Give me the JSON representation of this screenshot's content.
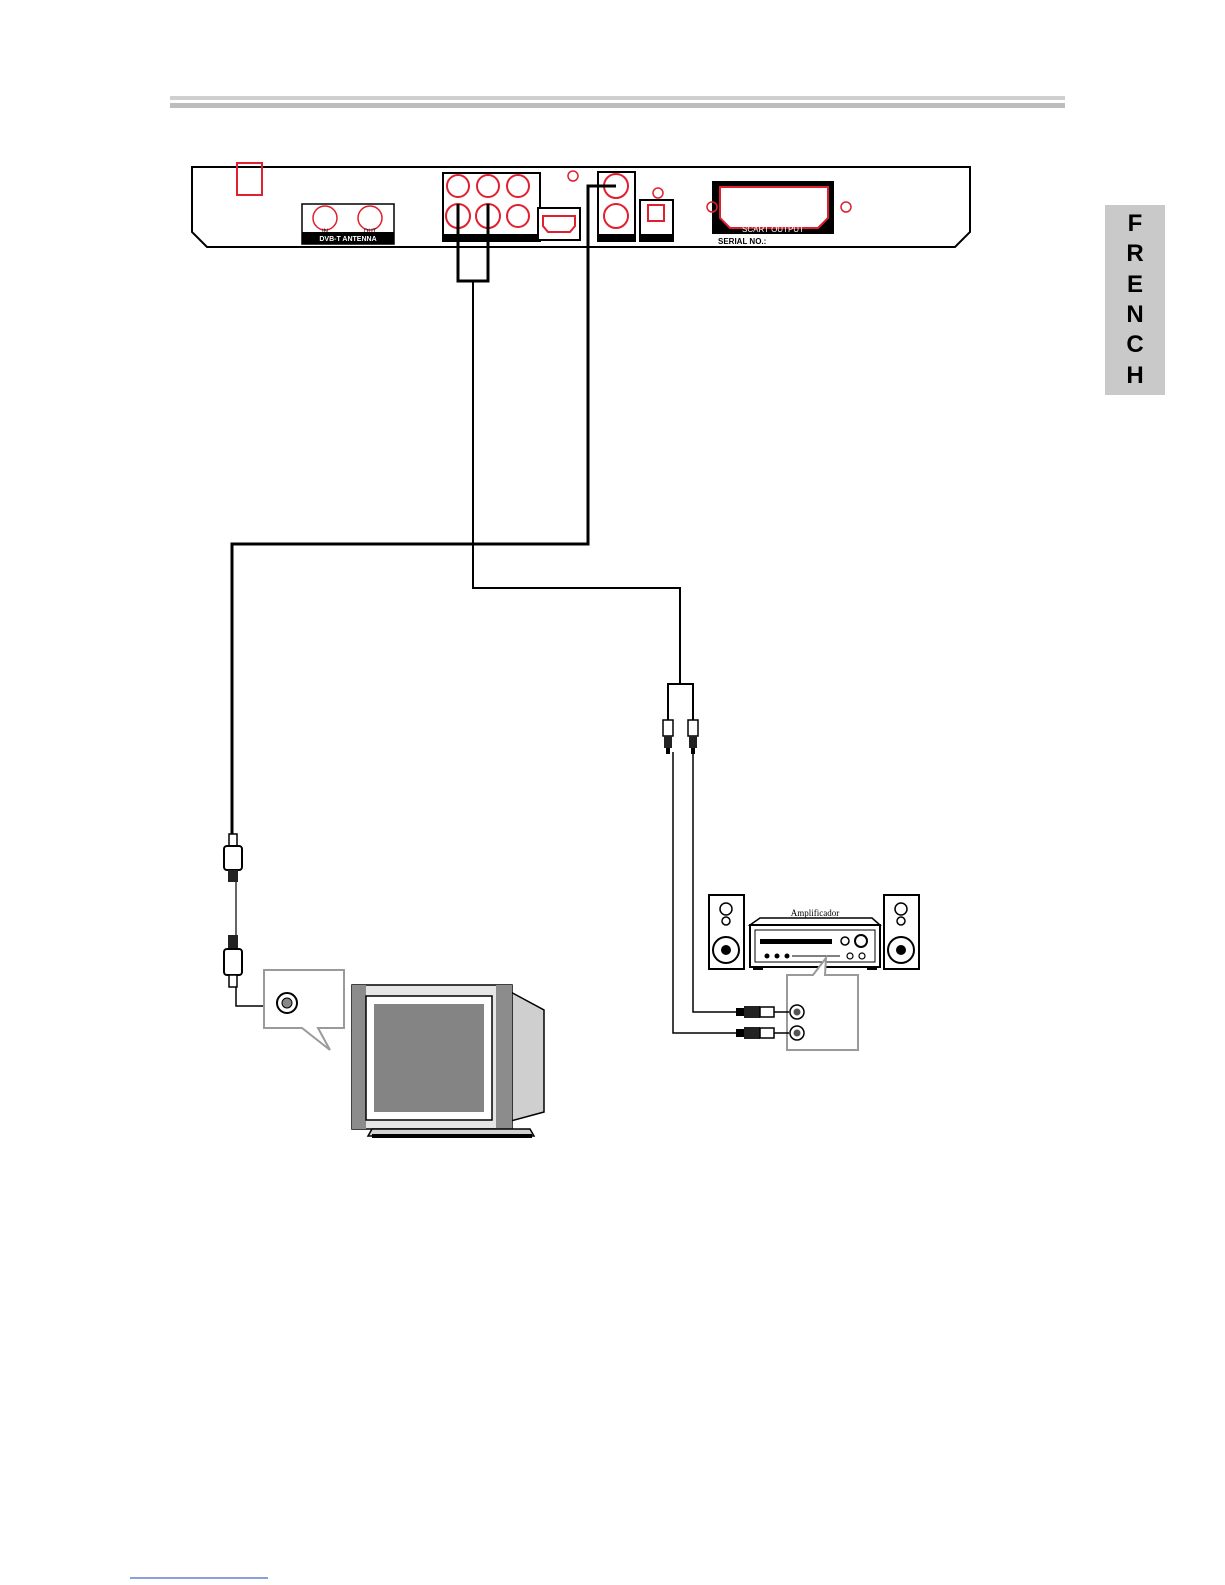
{
  "side_tab": {
    "letters": [
      "F",
      "R",
      "E",
      "N",
      "C",
      "H"
    ]
  },
  "device_panel": {
    "antenna_label": "DVB-T ANTENNA",
    "antenna_in": "IN",
    "antenna_out": "OUT",
    "scart_label": "SCART OUTPUT",
    "serial_label": "SERIAL NO.:"
  },
  "amplifier": {
    "label": "Amplificador"
  },
  "colors": {
    "port_red": "#e0202e",
    "line": "#000000",
    "header_rule": "#c8c8c8",
    "tab_gray": "#c9c9c9"
  }
}
